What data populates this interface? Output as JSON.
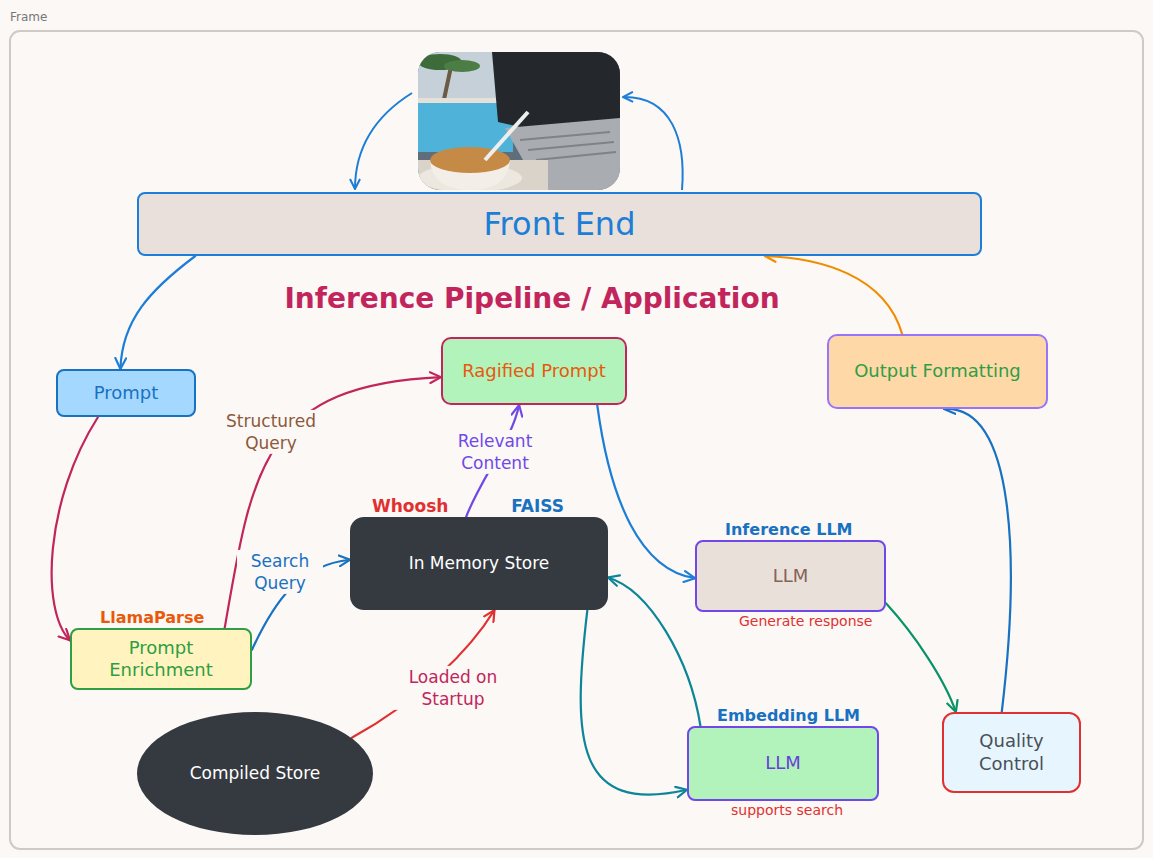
{
  "diagram": {
    "title": "Inference Pipeline / Application",
    "nodes": [
      {
        "text": [
          "Front End"
        ]
      },
      {
        "text": [
          "Prompt"
        ]
      },
      {
        "text": [
          "Ragified Prompt"
        ]
      },
      {
        "text": [
          "Output Formatting"
        ]
      },
      {
        "text": [
          "Whoosh",
          "FAISS",
          "In Memory Store"
        ]
      },
      {
        "text": [
          "LlamaParse",
          "Prompt Enrichment"
        ]
      },
      {
        "text": [
          "Inference LLM",
          "LLM",
          "Generate response"
        ]
      },
      {
        "text": [
          "Embedding LLM",
          "LLM",
          "supports search"
        ]
      },
      {
        "text": [
          "Quality Control"
        ]
      },
      {
        "text": [
          "Compiled Store"
        ]
      }
    ],
    "edges": [
      {
        "from": 0,
        "to": 1,
        "arrow": "to"
      },
      {
        "from": 1,
        "to": 5,
        "arrow": "to"
      },
      {
        "from": 5,
        "to": 2,
        "label": "Structured Query",
        "arrow": "to"
      },
      {
        "from": 5,
        "to": 4,
        "label": "Search Query",
        "arrow": "to"
      },
      {
        "from": 4,
        "to": 2,
        "label": "Relevant Content",
        "arrow": "to"
      },
      {
        "from": 9,
        "to": 4,
        "label": "Loaded on Startup",
        "arrow": "to"
      },
      {
        "from": 4,
        "to": 7,
        "arrow": "to"
      },
      {
        "from": 7,
        "to": 4,
        "arrow": "to"
      },
      {
        "from": 2,
        "to": 6,
        "arrow": "to"
      },
      {
        "from": 6,
        "to": 8,
        "arrow": "to"
      },
      {
        "from": 8,
        "to": 3,
        "arrow": "to"
      },
      {
        "from": 3,
        "to": 0,
        "arrow": "to"
      }
    ],
    "labels": [
      "Frame"
    ]
  }
}
